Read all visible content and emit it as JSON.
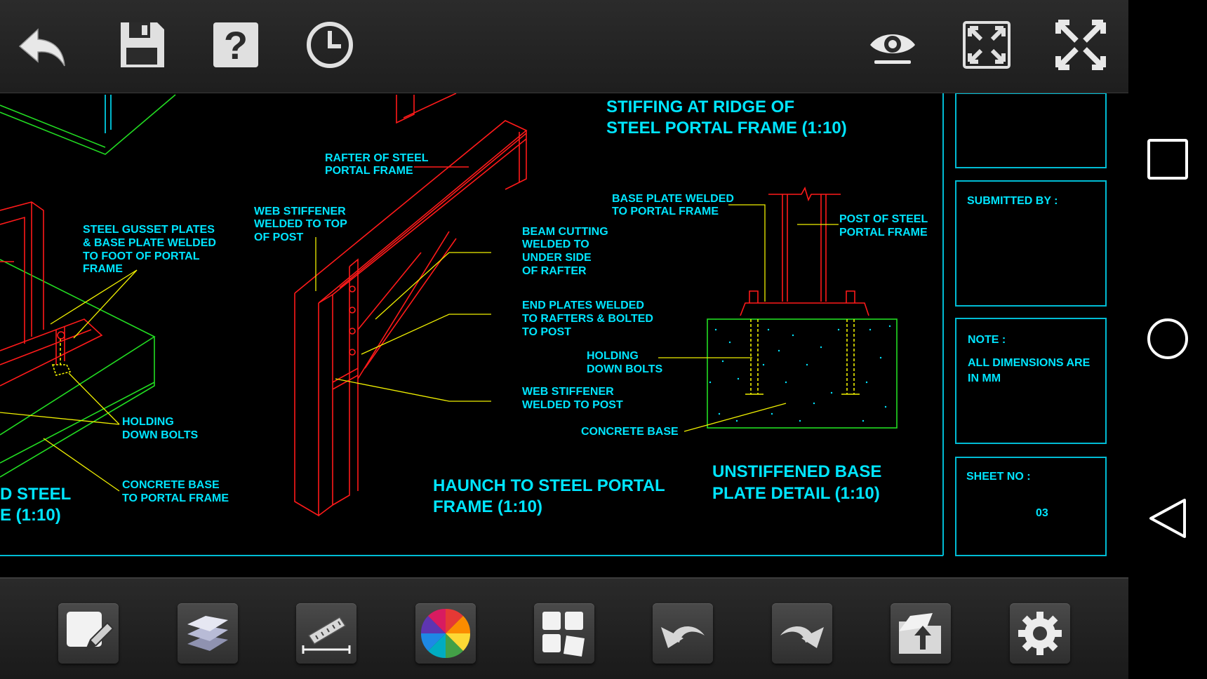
{
  "toolbar_top": {
    "icons": [
      "back-arrow-icon",
      "save-floppy-icon",
      "help-question-icon",
      "history-clock-icon",
      "view-eye-icon",
      "zoom-extents-icon",
      "fullscreen-icon"
    ]
  },
  "drawing": {
    "title_ridge": [
      "STIFFING AT RIDGE OF",
      "STEEL PORTAL FRAME (1:10)"
    ],
    "title_haunch": [
      "HAUNCH TO STEEL PORTAL",
      "FRAME (1:10)"
    ],
    "title_base": [
      "UNSTIFFENED BASE",
      "PLATE DETAIL (1:10)"
    ],
    "title_left": [
      "D STEEL",
      "E (1:10)"
    ],
    "labels": {
      "rafter": [
        "RAFTER OF STEEL",
        "PORTAL FRAME"
      ],
      "web_stiffener_top": [
        "WEB STIFFENER",
        "WELDED TO TOP",
        "OF POST"
      ],
      "gusset": [
        "STEEL GUSSET PLATES",
        "& BASE PLATE WELDED",
        "TO FOOT OF PORTAL",
        "FRAME"
      ],
      "beam_cutting": [
        "BEAM CUTTING",
        "WELDED TO",
        "UNDER SIDE",
        "OF RAFTER"
      ],
      "end_plates": [
        "END PLATES WELDED",
        "TO RAFTERS & BOLTED",
        "TO POST"
      ],
      "web_stiffener_post": [
        "WEB STIFFENER",
        "WELDED TO POST"
      ],
      "holding_left": [
        "HOLDING",
        "DOWN BOLTS"
      ],
      "concrete_left": [
        "CONCRETE BASE",
        "TO PORTAL FRAME"
      ],
      "base_plate_welded": [
        "BASE PLATE WELDED",
        "TO PORTAL FRAME"
      ],
      "post_of_steel": [
        "POST OF STEEL",
        "PORTAL FRAME"
      ],
      "holding_right": [
        "HOLDING",
        "DOWN BOLTS"
      ],
      "concrete_base": [
        "CONCRETE BASE"
      ]
    },
    "title_block": {
      "submitted_by": "SUBMITTED BY :",
      "note_label": "NOTE :",
      "note_text": [
        "ALL DIMENSIONS ARE",
        "IN MM"
      ],
      "sheet_label": "SHEET NO :",
      "sheet_value": "03"
    }
  },
  "toolbar_bottom": {
    "icons": [
      "markup-pencil-icon",
      "layers-icon",
      "measure-ruler-icon",
      "color-wheel-icon",
      "blocks-icon",
      "undo-icon",
      "redo-icon",
      "export-folder-icon",
      "settings-gear-icon"
    ]
  },
  "colors": {
    "cad_red": "#ff1a1a",
    "cad_cyan": "#00e5ff",
    "cad_yellow": "#f0f000",
    "cad_green": "#22dd22"
  }
}
